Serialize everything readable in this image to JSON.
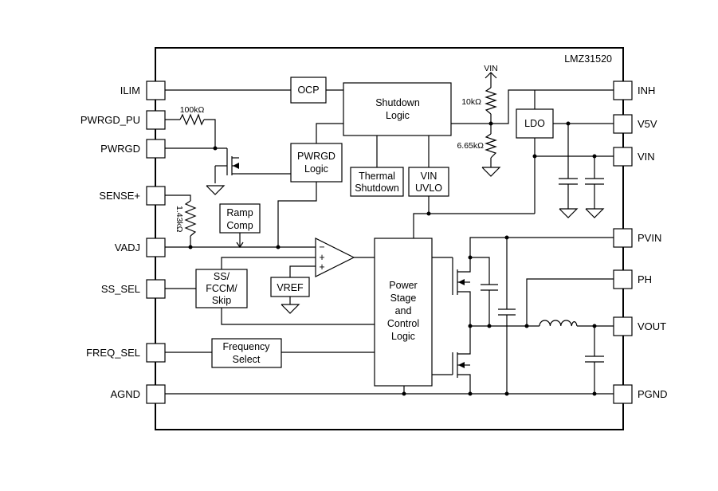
{
  "chip": {
    "name": "LMZ31520"
  },
  "pins_left": {
    "ilim": "ILIM",
    "pwrgd_pu": "PWRGD_PU",
    "pwrgd": "PWRGD",
    "sense_plus": "SENSE+",
    "vadj": "VADJ",
    "ss_sel": "SS_SEL",
    "freq_sel": "FREQ_SEL",
    "agnd": "AGND"
  },
  "pins_right": {
    "inh": "INH",
    "v5v": "V5V",
    "vin": "VIN",
    "pvin": "PVIN",
    "ph": "PH",
    "vout": "VOUT",
    "pgnd": "PGND"
  },
  "blocks": {
    "ocp": "OCP",
    "shutdown": [
      "Shutdown",
      "Logic"
    ],
    "ldo": "LDO",
    "pwrgd_logic": [
      "PWRGD",
      "Logic"
    ],
    "thermal": [
      "Thermal",
      "Shutdown"
    ],
    "vin_uvlo": [
      "VIN",
      "UVLO"
    ],
    "ramp_comp": [
      "Ramp",
      "Comp"
    ],
    "ss_fccm": [
      "SS/",
      "FCCM/",
      "Skip"
    ],
    "vref": "VREF",
    "power_stage": [
      "Power",
      "Stage",
      "and",
      "Control",
      "Logic"
    ],
    "freq_select": [
      "Frequency",
      "Select"
    ]
  },
  "components": {
    "r_pwrgd_pu": "100kΩ",
    "r_sense": "1.43kΩ",
    "r_vin_top": "10kΩ",
    "r_vin_bottom": "6.65kΩ",
    "vin_rail": "VIN",
    "amp_minus": "−",
    "amp_plus_1": "+",
    "amp_plus_2": "+"
  }
}
